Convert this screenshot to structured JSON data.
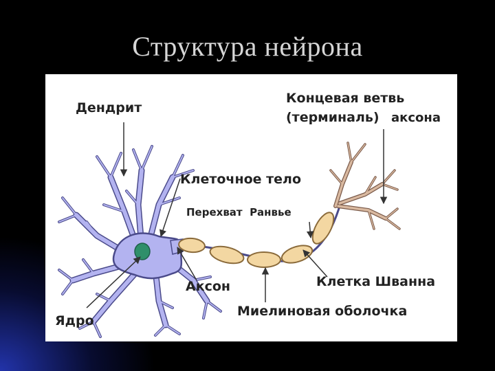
{
  "slide": {
    "title": "Структура нейрона"
  },
  "diagram": {
    "labels": {
      "dendrite": "Дендрит",
      "terminal_line1": "Концевая ветвь",
      "terminal_line2a": "(терминаль)",
      "terminal_line2b": "аксона",
      "cell_body": "Клеточное тело",
      "ranvier_node": "Перехват  Ранвье",
      "axon": "Аксон",
      "schwann_cell": "Клетка Шванна",
      "nucleus": "Ядро",
      "myelin_sheath": "Миелиновая оболочка"
    },
    "colors": {
      "neuron_fill": "#b3b3f0",
      "neuron_stroke": "#4a4a8a",
      "nucleus_fill": "#2f8f6a",
      "myelin_fill": "#f3d7a2",
      "myelin_stroke": "#8a6a3a",
      "terminal_fill": "#d9b9a0",
      "terminal_stroke": "#7a5a4a"
    }
  }
}
